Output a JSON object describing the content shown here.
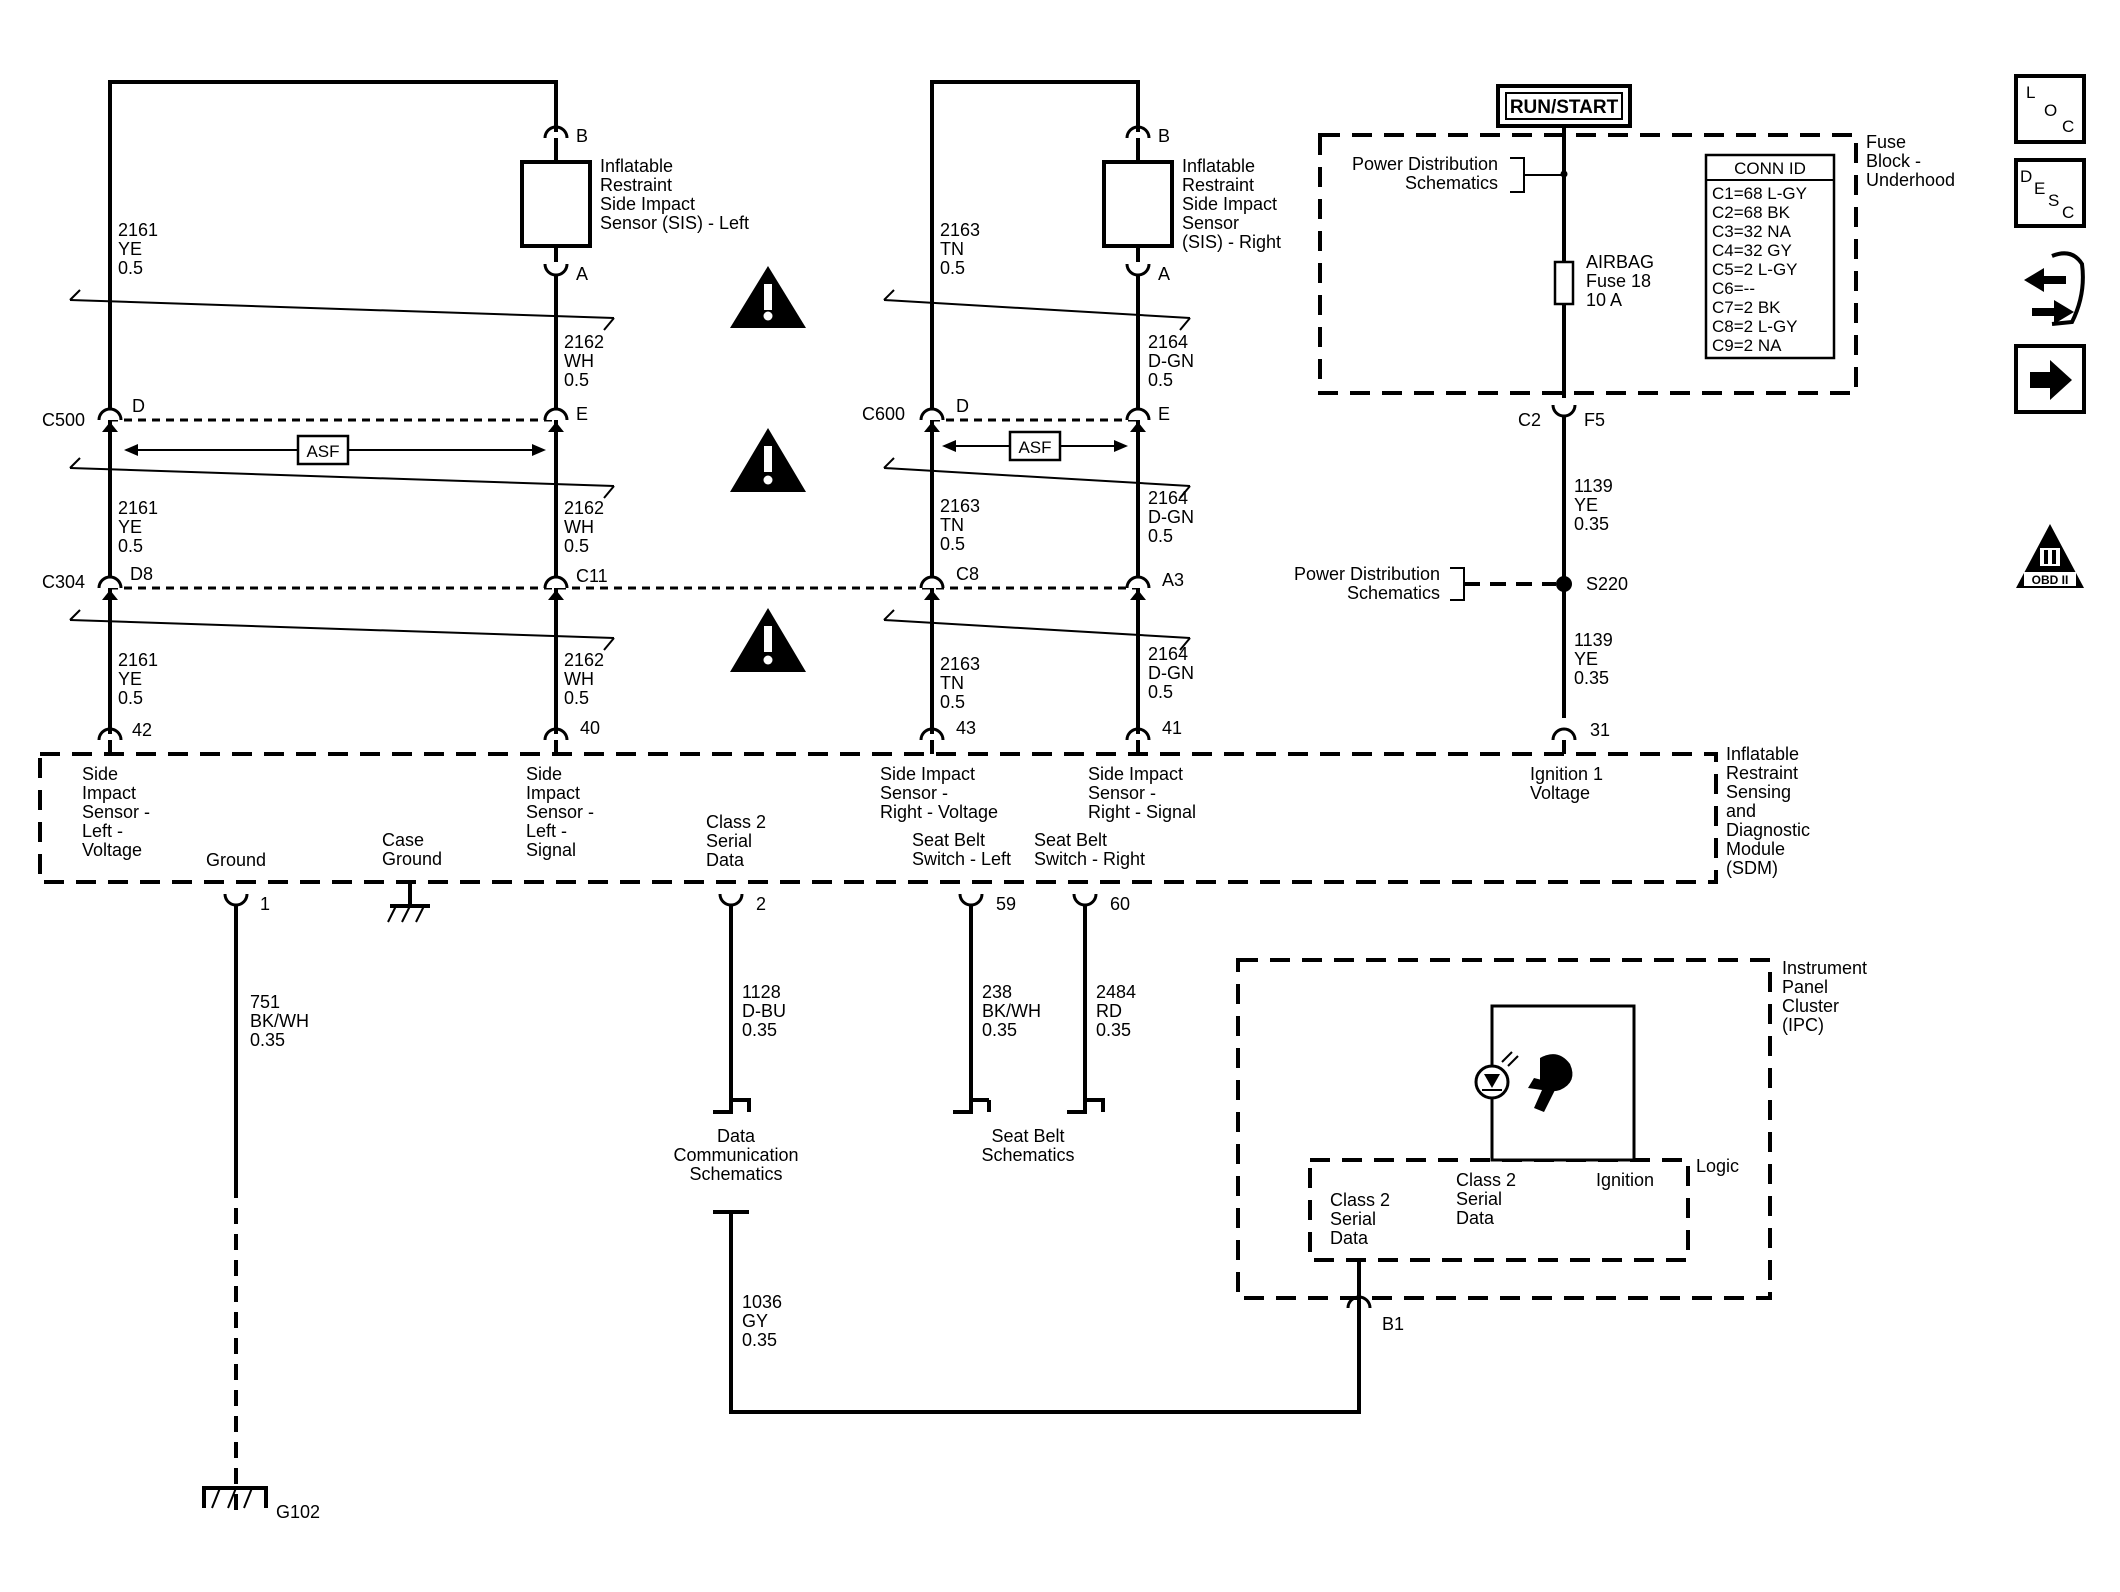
{
  "source": {
    "label": "RUN/START",
    "fuse_block": "Fuse\nBlock -\nUnderhood",
    "power_dist_1": "Power Distribution\nSchematics",
    "power_dist_2": "Power Distribution\nSchematics",
    "fuse": "AIRBAG\nFuse 18\n10 A",
    "conn_id_title": "CONN ID",
    "conn_id_items": [
      "C1=68 L-GY",
      "C2=68 BK",
      "C3=32 NA",
      "C4=32 GY",
      "C5=2 L-GY",
      "C6=--",
      "C7=2 BK",
      "C8=2 L-GY",
      "C9=2 NA"
    ],
    "connector_c2": "C2",
    "pin_f5": "F5",
    "splice": "S220",
    "wire_1139_a": "1139\nYE\n0.35",
    "wire_1139_b": "1139\nYE\n0.35"
  },
  "sensors": {
    "left_label": "Inflatable\nRestraint\nSide Impact\nSensor (SIS) - Left",
    "right_label": "Inflatable\nRestraint\nSide Impact\nSensor\n(SIS) - Right",
    "pin_b": "B",
    "pin_a": "A"
  },
  "connectors": {
    "c500": "C500",
    "c600": "C600",
    "c304": "C304",
    "d": "D",
    "e": "E",
    "d8": "D8",
    "c11": "C11",
    "c8": "C8",
    "a3": "A3",
    "asf": "ASF"
  },
  "wires": {
    "w2161": "2161\nYE\n0.5",
    "w2162": "2162\nWH\n0.5",
    "w2163": "2163\nTN\n0.5",
    "w2164": "2164\nD-GN\n0.5",
    "w751": "751\nBK/WH\n0.35",
    "w1128": "1128\nD-BU\n0.35",
    "w238": "238\nBK/WH\n0.35",
    "w2484": "2484\nRD\n0.35",
    "w1036": "1036\nGY\n0.35"
  },
  "sdm": {
    "title": "Inflatable\nRestraint\nSensing\nand\nDiagnostic\nModule\n(SDM)",
    "pin_42": "42",
    "pin_40": "40",
    "pin_43": "43",
    "pin_41": "41",
    "pin_31": "31",
    "pin_1": "1",
    "pin_2": "2",
    "pin_59": "59",
    "pin_60": "60",
    "sis_left_voltage": "Side\nImpact\nSensor -\nLeft -\nVoltage",
    "sis_left_signal": "Side\nImpact\nSensor -\nLeft -\nSignal",
    "sis_right_voltage": "Side Impact\nSensor -\nRight - Voltage",
    "sis_right_signal": "Side Impact\nSensor -\nRight - Signal",
    "ignition": "Ignition 1\nVoltage",
    "ground": "Ground",
    "case_ground": "Case\nGround",
    "class2": "Class 2\nSerial\nData",
    "seatbelt_left": "Seat Belt\nSwitch - Left",
    "seatbelt_right": "Seat Belt\nSwitch - Right"
  },
  "bottom": {
    "data_comm": "Data\nCommunication\nSchematics",
    "seatbelt_schem": "Seat Belt\nSchematics",
    "g102": "G102"
  },
  "ipc": {
    "title": "Instrument\nPanel\nCluster\n(IPC)",
    "logic": "Logic",
    "class2_a": "Class 2\nSerial\nData",
    "class2_b": "Class 2\nSerial\nData",
    "ignition": "Ignition",
    "pin_b1": "B1"
  },
  "side_icons": {
    "loc": [
      "L",
      "O",
      "C"
    ],
    "desc": [
      "D",
      "E",
      "S",
      "C"
    ],
    "obd": "OBD II",
    "icons": [
      "loc-icon",
      "desc-icon",
      "connector-hand-icon",
      "arrow-right-icon",
      "obd-ii-icon"
    ]
  }
}
